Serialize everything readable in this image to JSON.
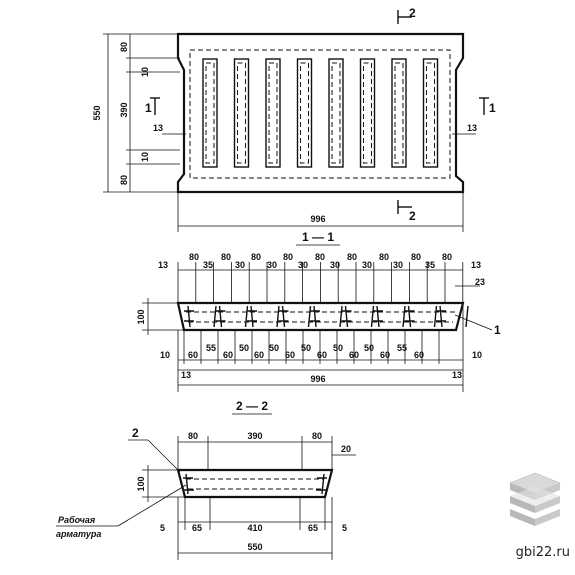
{
  "plan": {
    "width_label": "996",
    "height_label": "550",
    "left_dims": [
      "80",
      "10",
      "390",
      "10",
      "80"
    ],
    "side_tick_left": "13",
    "side_tick_right": "13",
    "section_marks": {
      "cut_1_left": "1",
      "cut_1_right": "1",
      "cut_2_top": "2",
      "cut_2_bottom": "2"
    },
    "slot_count": 8
  },
  "section_1": {
    "title": "1 — 1",
    "top_dims": [
      "13",
      "80",
      "35",
      "80",
      "30",
      "80",
      "30",
      "80",
      "30",
      "80",
      "30",
      "80",
      "30",
      "80",
      "30",
      "80",
      "35",
      "80",
      "13"
    ],
    "right_dim_top": "23",
    "height_dim": "100",
    "bottom_left_small": "10",
    "bottom_right_small": "10",
    "bottom_dims": [
      "60",
      "55",
      "60",
      "50",
      "60",
      "50",
      "60",
      "50",
      "60",
      "50",
      "60",
      "50",
      "60",
      "55",
      "60"
    ],
    "edge_left": "13",
    "edge_right": "13",
    "total": "996",
    "callout": "1"
  },
  "section_2": {
    "title": "2 — 2",
    "top_dims": [
      "80",
      "390",
      "80"
    ],
    "right_dim": "20",
    "height_dim": "100",
    "callout": "2",
    "caption_line1": "Рабочая",
    "caption_line2": "арматура",
    "bottom_small_left": "5",
    "bottom_small_right": "5",
    "bottom_dims": [
      "65",
      "410",
      "65"
    ],
    "total": "550"
  },
  "watermark": {
    "site": "gbi22.ru"
  }
}
